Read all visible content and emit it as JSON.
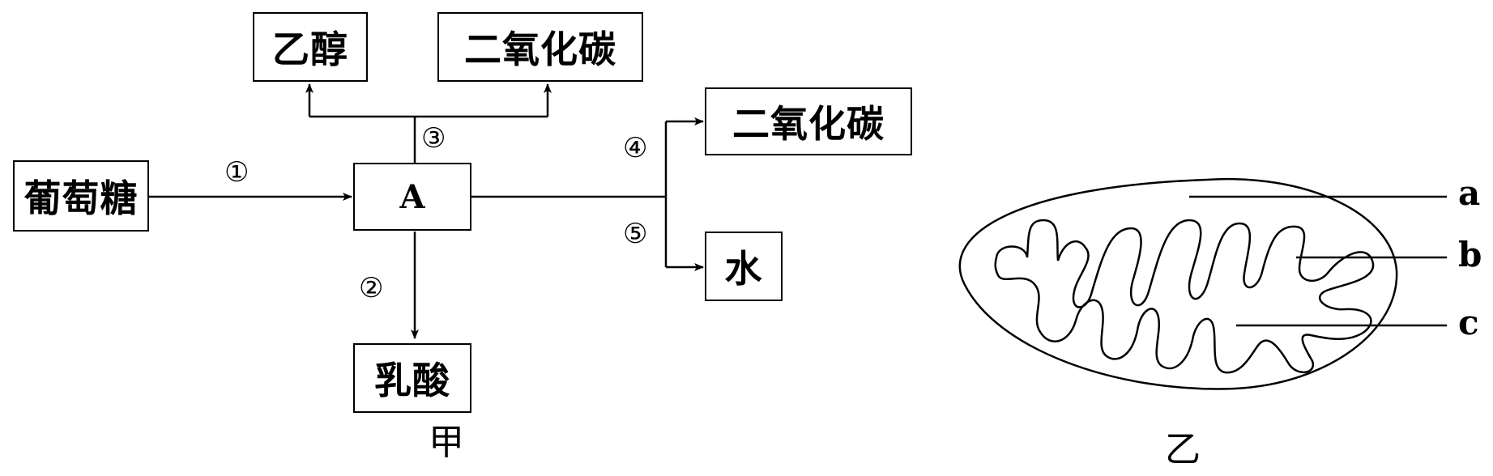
{
  "diagram_jia": {
    "caption": "甲",
    "nodes": {
      "glucose": "葡萄糖",
      "a": "A",
      "ethanol": "乙醇",
      "co2_top": "二氧化碳",
      "co2_right": "二氧化碳",
      "water": "水",
      "lactic_acid": "乳酸"
    },
    "steps": {
      "s1": "①",
      "s2": "②",
      "s3": "③",
      "s4": "④",
      "s5": "⑤"
    }
  },
  "diagram_yi": {
    "caption": "乙",
    "labels": {
      "a": "a",
      "b": "b",
      "c": "c"
    }
  }
}
